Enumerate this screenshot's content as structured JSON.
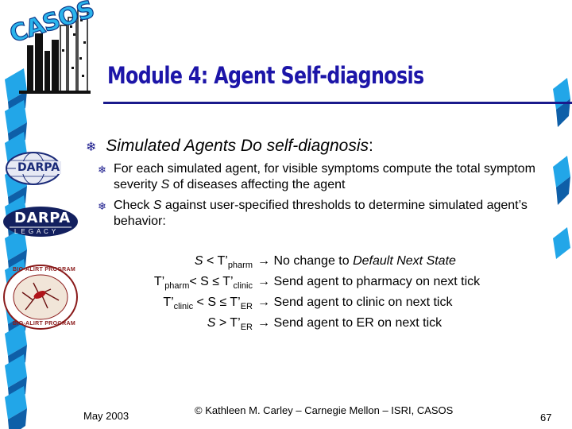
{
  "title": "Module 4: Agent Self-diagnosis",
  "logos": {
    "casos": "CASOS",
    "darpa": "DARPA",
    "darpa_legacy_top": "DARPA",
    "darpa_legacy_bottom": "L E G A C Y",
    "bioalirt_top": "BIO-ALIRT PROGRAM",
    "bioalirt_bottom": "BIO-ALIRT PROGRAM"
  },
  "bullet_main": {
    "text": "Simulated Agents Do self-diagnosis",
    "colon": ":"
  },
  "sub1": {
    "a": "For each simulated agent, for visible symptoms compute the total symptom severity ",
    "s": "S",
    "b": " of diseases affecting the agent"
  },
  "sub2": {
    "a": "Check ",
    "s": "S",
    "b": " against user-specified thresholds to determine simulated agent’s behavior:"
  },
  "rules": [
    {
      "l1": "S",
      "l2": " < T",
      "l3": "’",
      "l4": "pharm",
      "arrow": "→ No change to ",
      "r_italic": "Default Next State",
      "r_rest": ""
    },
    {
      "l1": "T’",
      "l2": "pharm",
      "l3": "< S ≤ T’",
      "l4": "clinic",
      "arrow": "→ Send agent to pharmacy on next tick",
      "r_italic": "",
      "r_rest": ""
    },
    {
      "l1": "T’",
      "l2": "clinic",
      "l3": " < S ≤ T’",
      "l4": "ER",
      "arrow": "→ Send agent to clinic on next tick",
      "r_italic": "",
      "r_rest": ""
    },
    {
      "l1": "S",
      "l2": " > T’",
      "l3": "",
      "l4": "ER",
      "arrow": "→ Send agent to ER on next tick",
      "r_italic": "",
      "r_rest": ""
    }
  ],
  "footer": {
    "date": "May 2003",
    "copyright": "© Kathleen M. Carley – Carnegie Mellon – ISRI, CASOS",
    "page": "67"
  },
  "colors": {
    "title": "#1c15a8",
    "ribbon_light": "#22a6e8",
    "ribbon_dark": "#0e5fa8"
  }
}
